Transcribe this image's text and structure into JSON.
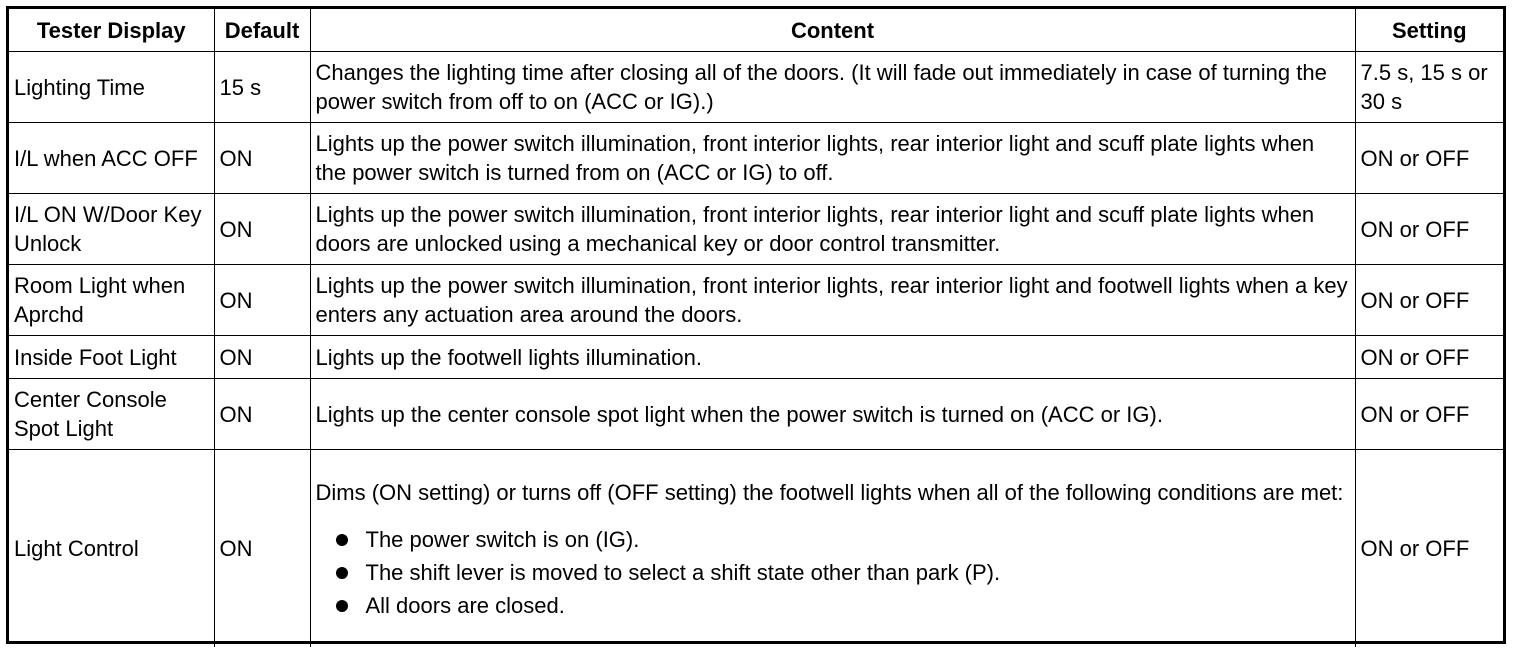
{
  "headers": {
    "tester_display": "Tester Display",
    "default": "Default",
    "content": "Content",
    "setting": "Setting"
  },
  "rows": [
    {
      "tester_display": "Lighting Time",
      "default": "15 s",
      "content": "Changes the lighting time after closing all of the doors. (It will fade out immediately in case of turning the power switch from off to on (ACC or IG).)",
      "setting": "7.5 s, 15 s or 30 s"
    },
    {
      "tester_display": "I/L when ACC OFF",
      "default": "ON",
      "content": "Lights up the power switch illumination, front interior lights, rear interior light and scuff plate lights when the power switch is turned from on (ACC or IG) to off.",
      "setting": "ON or OFF"
    },
    {
      "tester_display": "I/L ON W/Door Key Unlock",
      "default": "ON",
      "content": "Lights up the power switch illumination, front interior lights, rear interior light and scuff plate lights when doors are unlocked using a mechanical key or door control transmitter.",
      "setting": "ON or OFF"
    },
    {
      "tester_display": "Room Light when Aprchd",
      "default": "ON",
      "content": "Lights up the power switch illumination, front interior lights, rear interior light and footwell lights when a key enters any actuation area around the doors.",
      "setting": "ON or OFF"
    },
    {
      "tester_display": "Inside Foot Light",
      "default": "ON",
      "content": "Lights up the footwell lights illumination.",
      "setting": "ON or OFF"
    },
    {
      "tester_display": "Center Console Spot Light",
      "default": "ON",
      "content": "Lights up the center console spot light when the power switch is turned on (ACC or IG).",
      "setting": "ON or OFF"
    },
    {
      "tester_display": "Light Control",
      "default": "ON",
      "content": "Dims (ON setting) or turns off (OFF setting) the footwell lights when all of the following conditions are met:",
      "bullets": [
        "The power switch is on (IG).",
        "The shift lever is moved to select a shift state other than park (P).",
        "All doors are closed."
      ],
      "setting": "ON or OFF"
    }
  ]
}
